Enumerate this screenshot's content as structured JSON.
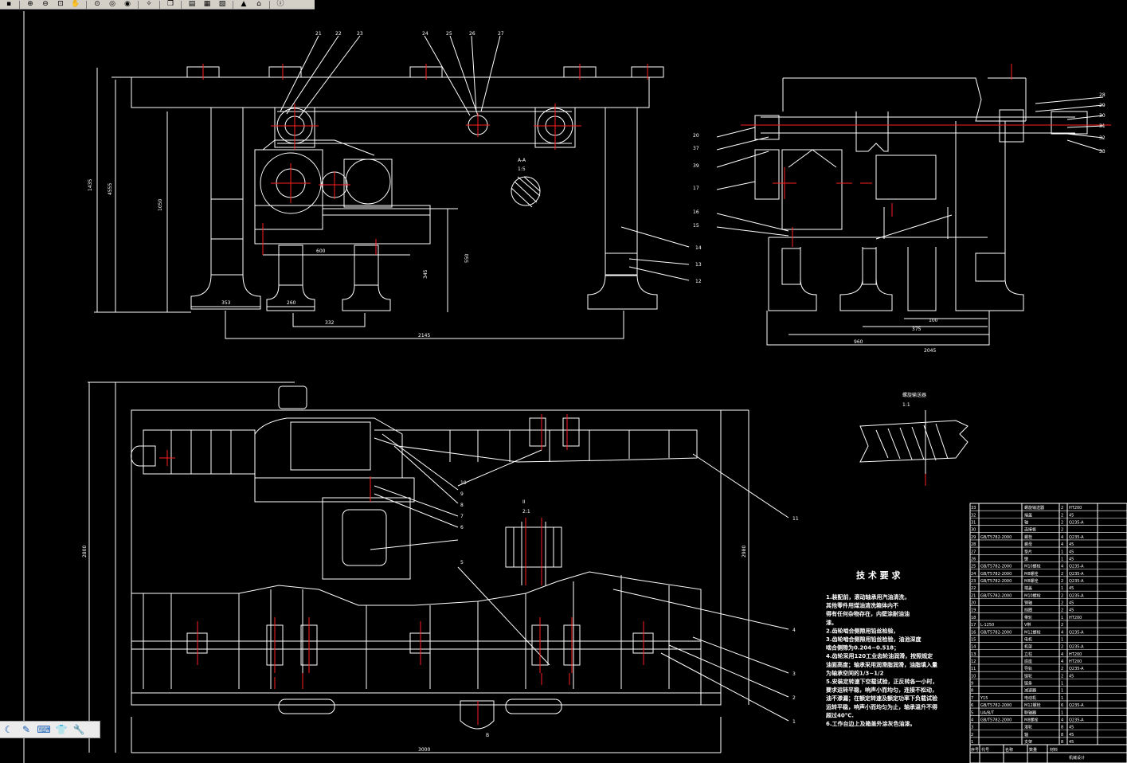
{
  "toolbar": {
    "icons": [
      "save-icon",
      "zoom-in-icon",
      "zoom-out-icon",
      "zoom-window-icon",
      "pan-icon",
      "zoom-realtime-icon",
      "zoom-previous-icon",
      "orbit-icon",
      "highlight-icon",
      "layers-icon",
      "properties-icon",
      "design-center-icon",
      "tool-palette-icon",
      "sheet-icon",
      "home-icon",
      "help-icon"
    ]
  },
  "drawing": {
    "front_view": {
      "callouts_top": [
        "21",
        "22",
        "23",
        "24",
        "25",
        "26",
        "27"
      ],
      "callouts_right": [
        "14",
        "13",
        "12"
      ],
      "dims": [
        "1435",
        "2145",
        "353",
        "260",
        "332",
        "600",
        "1050",
        "550",
        "345",
        "4555"
      ],
      "section_label": "A-A",
      "section_scale": "1:5"
    },
    "side_view": {
      "callouts_left": [
        "20",
        "37",
        "39",
        "17",
        "16",
        "15"
      ],
      "callouts_right": [
        "28",
        "29",
        "30",
        "31",
        "32",
        "33"
      ],
      "dims": [
        "960",
        "375",
        "100",
        "2045"
      ]
    },
    "plan_view": {
      "callouts_mid": [
        "10",
        "9",
        "8",
        "7",
        "6",
        "5"
      ],
      "callouts_right": [
        "11",
        "4",
        "3",
        "2",
        "1"
      ],
      "dims": [
        "2800",
        "2980",
        "3000"
      ],
      "detail_label": "II",
      "detail_scale": "2:1",
      "bottom_label": "B"
    },
    "detail_view": {
      "title": "螺旋输送器",
      "scale": "1:1"
    },
    "tech_requirements": {
      "title": "技 术 要 求",
      "items": [
        "1.装配前，滚动轴承用汽油清洗，",
        "其他零件用煤油清洗箱体内不",
        "得有任何杂物存在，内壁涂耐油油",
        "漆。",
        "2.齿轮啮合侧隙用铅丝检验，",
        "3.齿轮啮合侧隙用铅丝检验，油池深度",
        "啮合侧隙为0.204~0.518；",
        "4.齿轮采用120工业齿轮油润滑，按照规定",
        "油面高度；轴承采用润滑脂润滑，油脂填入量",
        "为轴承空间的1/3~1/2",
        "5.安装定转速下空载试验，正反转各一小时，",
        "要求运转平稳，响声小而均匀，连接不松动，",
        "油不渗漏；在额定转速及额定功率下负载试验",
        "运转平稳，响声小而均匀为止，轴承温升不得",
        "超过40°C.",
        "6.工作台边上及箱盖外涂灰色油漆。"
      ]
    },
    "bom": {
      "rows": [
        [
          "33",
          "",
          "螺旋输送器",
          "2",
          "HT200"
        ],
        [
          "32",
          "",
          "端盖",
          "2",
          "45"
        ],
        [
          "31",
          "",
          "轴",
          "2",
          "Q235-A"
        ],
        [
          "30",
          "",
          "连接板",
          "2",
          ""
        ],
        [
          "29",
          "GB/T5782-2000",
          "螺栓",
          "4",
          "Q235-A"
        ],
        [
          "28",
          "",
          "螺母",
          "4",
          "45"
        ],
        [
          "27",
          "",
          "垫片",
          "1",
          "45"
        ],
        [
          "26",
          "",
          "键",
          "1",
          "45"
        ],
        [
          "25",
          "GB/T5782-2000",
          "M10螺栓",
          "4",
          "Q235-A"
        ],
        [
          "24",
          "GB/T5782-2000",
          "M8螺栓",
          "2",
          "Q235-A"
        ],
        [
          "23",
          "GB/T5782-2000",
          "M8螺栓",
          "2",
          "Q235-A"
        ],
        [
          "22",
          "",
          "端盖",
          "1",
          "45"
        ],
        [
          "21",
          "GB/T5782-2000",
          "M10螺栓",
          "2",
          "Q235-A"
        ],
        [
          "20",
          "",
          "销轴",
          "2",
          "45"
        ],
        [
          "19",
          "",
          "挡圈",
          "2",
          "45"
        ],
        [
          "18",
          "",
          "带轮",
          "1",
          "HT200"
        ],
        [
          "17",
          "L-1250",
          "V带",
          "2",
          ""
        ],
        [
          "16",
          "GB/T5782-2000",
          "M12螺栓",
          "4",
          "Q235-A"
        ],
        [
          "15",
          "",
          "电机",
          "1",
          ""
        ],
        [
          "14",
          "",
          "机架",
          "2",
          "Q235-A"
        ],
        [
          "13",
          "",
          "立柱",
          "4",
          "HT200"
        ],
        [
          "12",
          "",
          "底座",
          "4",
          "HT200"
        ],
        [
          "11",
          "",
          "导轨",
          "2",
          "Q235-A"
        ],
        [
          "10",
          "",
          "链轮",
          "2",
          "45"
        ],
        [
          "9",
          "",
          "链条",
          "1",
          ""
        ],
        [
          "8",
          "",
          "减速器",
          "1",
          ""
        ],
        [
          "7",
          "Y15",
          "电动机",
          "1",
          ""
        ],
        [
          "6",
          "GB/T5782-2000",
          "M12螺栓",
          "6",
          "Q235-A"
        ],
        [
          "5",
          "UA/B/T",
          "联轴器",
          "1",
          ""
        ],
        [
          "4",
          "GB/T5782-2000",
          "M8螺栓",
          "4",
          "Q235-A"
        ],
        [
          "3",
          "",
          "滚轮",
          "8",
          "45"
        ],
        [
          "2",
          "",
          "轴",
          "8",
          "45"
        ],
        [
          "1",
          "",
          "支架",
          "8",
          "45"
        ]
      ],
      "footer": [
        "序号",
        "代号",
        "名称",
        "数量",
        "材料"
      ],
      "title_block": "机械设计"
    }
  },
  "float_toolbar": {
    "icons": [
      "moon-icon",
      "tool-icon",
      "keyboard-icon",
      "shirt-icon",
      "wrench-icon"
    ]
  },
  "colors": {
    "background": "#000000",
    "line": "#ffffff",
    "red": "#ff2020",
    "toolbar": "#d4d0c8"
  }
}
